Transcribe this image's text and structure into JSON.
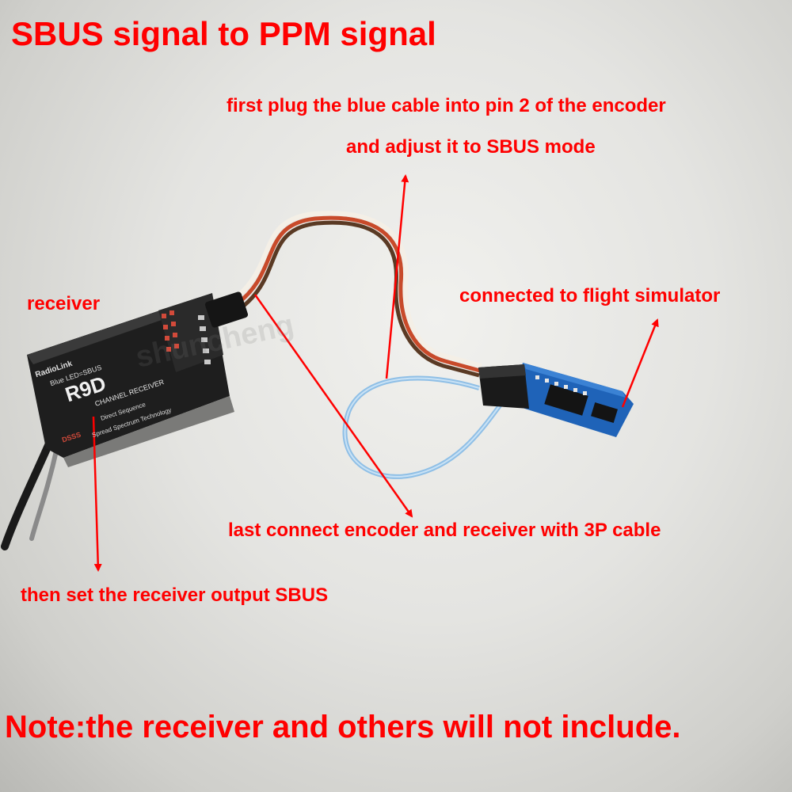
{
  "title": "SBUS signal to PPM signal",
  "annotations": {
    "step_first_line1": "first plug the blue cable into pin 2 of the encoder",
    "step_first_line2": "and adjust it to SBUS mode",
    "receiver": "receiver",
    "connected": "connected to flight simulator",
    "last_connect": "last connect encoder and receiver with 3P cable",
    "then_set": "then set the receiver output SBUS"
  },
  "note": "Note:the receiver and others will not include.",
  "receiver_print": {
    "brand": "RadioLink",
    "model": "R9D",
    "led": "Blue LED=SBUS",
    "line1": "CHANNEL RECEIVER",
    "line2": "Direct Sequence",
    "line3": "Spread Spectrum Technology",
    "badge": "DSSS"
  },
  "watermark": "shuncheng",
  "colors": {
    "annotation": "#ff0000",
    "receiver_body": "#1e1e1e",
    "encoder_pcb": "#1f63b8",
    "cable_blue": "#8fbfe6",
    "cable_white": "#f4efe6",
    "cable_red": "#c84a2a",
    "cable_brown": "#5a3a24"
  }
}
